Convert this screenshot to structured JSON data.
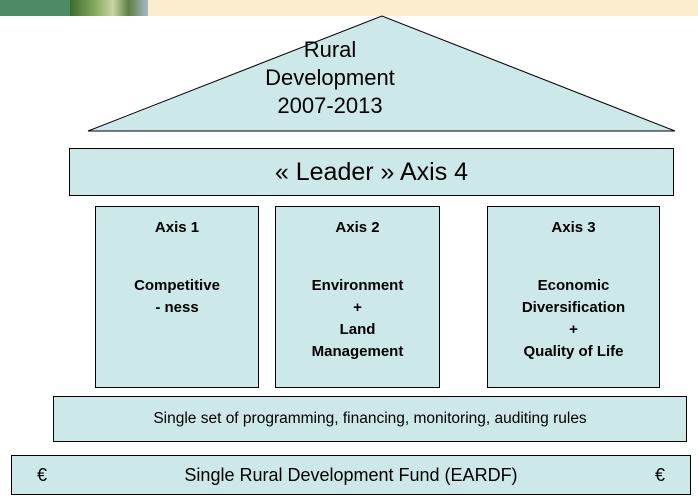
{
  "roof": {
    "lines": [
      "Rural",
      "Development",
      "2007-2013"
    ]
  },
  "leader": {
    "label": "« Leader » Axis 4"
  },
  "axes": [
    {
      "title": "Axis 1",
      "desc": [
        "Competitive",
        "- ness"
      ]
    },
    {
      "title": "Axis 2",
      "desc": [
        "Environment",
        "+",
        "Land",
        "Management"
      ]
    },
    {
      "title": "Axis 3",
      "desc": [
        "Economic",
        "Diversification",
        "+",
        "Quality of Life"
      ]
    }
  ],
  "rules": {
    "label": "Single set of programming, financing, monitoring, auditing rules"
  },
  "fund": {
    "label": "Single Rural Development Fund (EARDF)",
    "symbol": "€"
  },
  "colors": {
    "box_fill": "#cde8e8",
    "header_band": "#fbeecf",
    "header_green": "#4b8a64"
  }
}
